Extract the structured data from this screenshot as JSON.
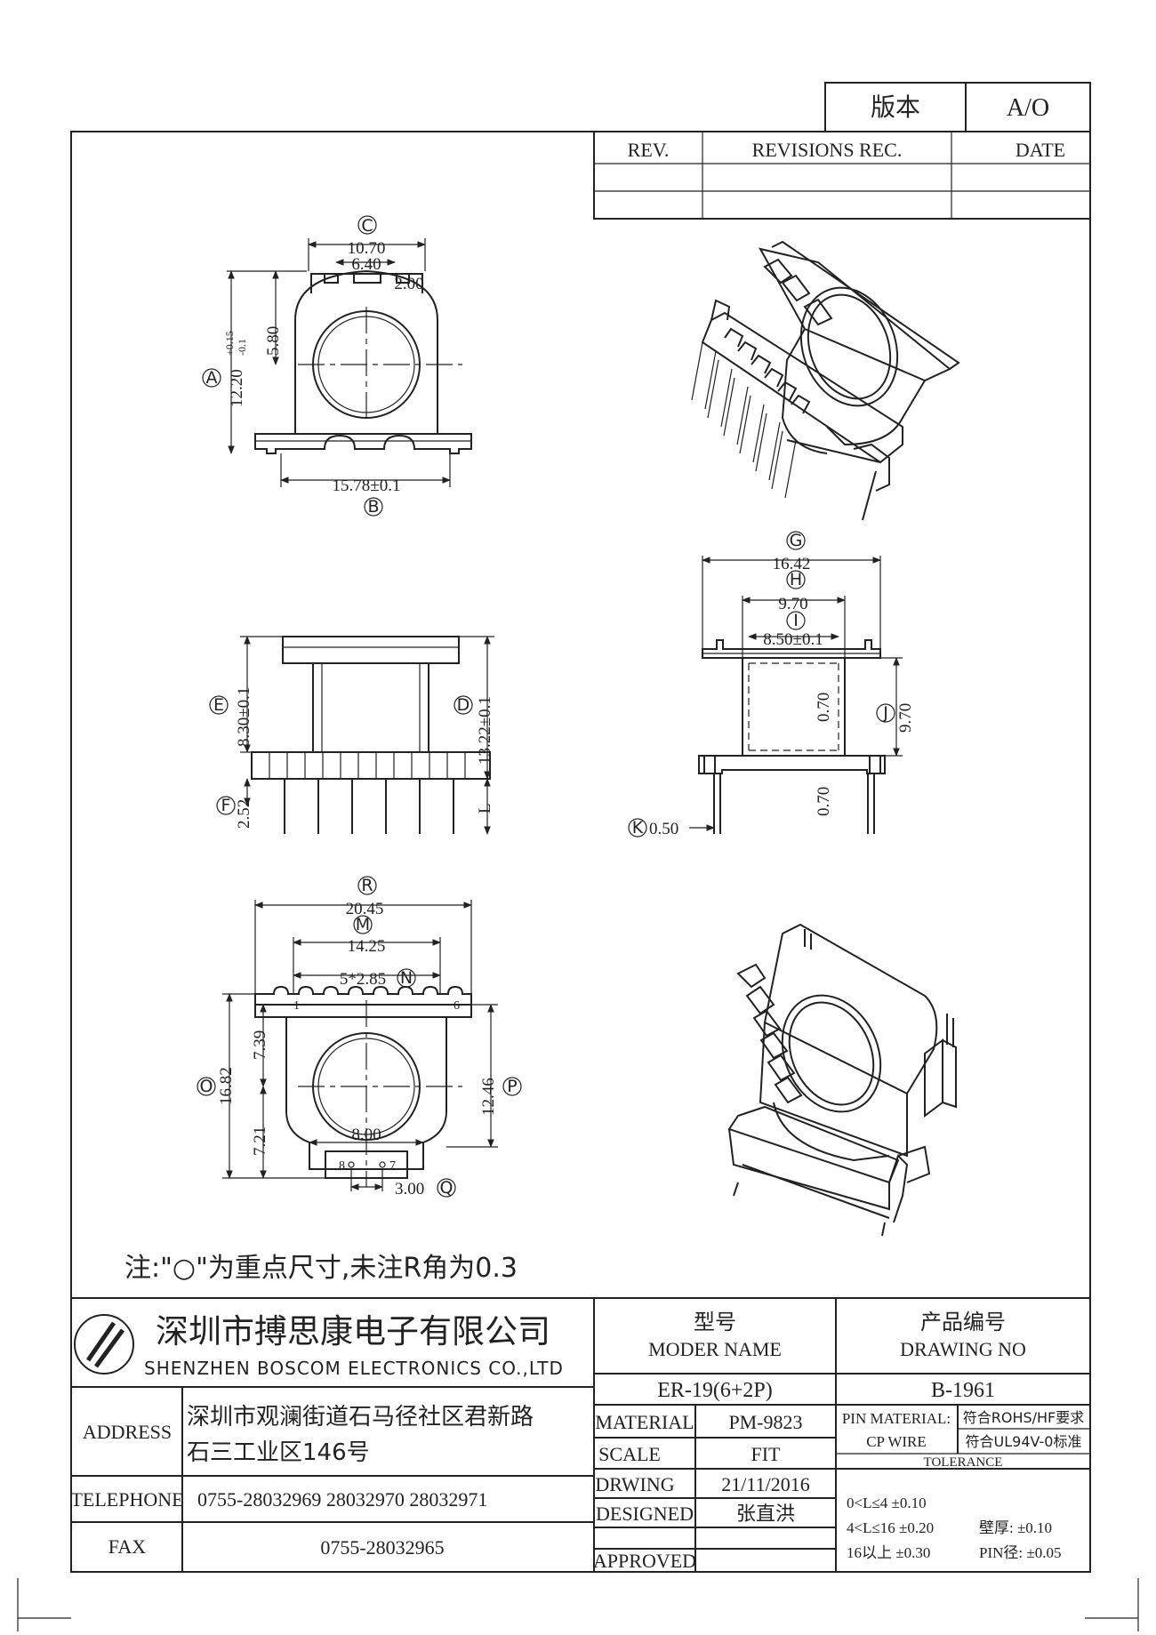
{
  "revision_block": {
    "version_label": "版本",
    "version_value": "A/O"
  },
  "revision_table": {
    "headers": [
      "REV.",
      "REVISIONS REC.",
      "DATE"
    ],
    "rows": [
      [
        "",
        "",
        ""
      ],
      [
        "",
        "",
        ""
      ]
    ]
  },
  "view_top": {
    "dims": {
      "c": "10.70",
      "c_inner": "6.40",
      "c_slot": "2.00",
      "a_height": "12.20",
      "a_tol_upper": "+0.15",
      "a_tol_lower": "-0.1",
      "a_upper": "5.80",
      "b_width": "15.78±0.1"
    },
    "markers": {
      "c": "C",
      "a": "A",
      "b": "B"
    }
  },
  "view_side": {
    "dims": {
      "e": "8.30±0.1",
      "d": "13.22±0.1",
      "f": "2.52",
      "l": "L"
    },
    "markers": {
      "e": "E",
      "d": "D",
      "f": "F"
    }
  },
  "view_front": {
    "dims": {
      "g": "16.42",
      "h": "9.70",
      "i": "8.50±0.1",
      "j": "9.70",
      "wall1": "0.70",
      "wall2": "0.70",
      "k": "0.50"
    },
    "markers": {
      "g": "G",
      "h": "H",
      "i": "I",
      "j": "J",
      "k": "K"
    }
  },
  "view_bottom": {
    "dims": {
      "r": "20.45",
      "m": "14.25",
      "n": "5*2.85",
      "o": "16.82",
      "o_upper": "7.39",
      "o_lower": "7.21",
      "p": "12.46",
      "q_inner": "8.00",
      "q": "3.00"
    },
    "pins": {
      "p1": "1",
      "p6": "6",
      "p7": "7",
      "p8": "8"
    },
    "markers": {
      "r": "R",
      "m": "M",
      "n": "N",
      "o": "O",
      "p": "P",
      "q": "Q"
    }
  },
  "note": "注:\"○\"为重点尺寸,未注R角为0.3",
  "company": {
    "name_cn": "深圳市搏思康电子有限公司",
    "name_en": "SHENZHEN  BOSCOM  ELECTRONICS  CO.,LTD"
  },
  "address": {
    "label": "ADDRESS",
    "line1": "深圳市观澜街道石马径社区君新路",
    "line2": "石三工业区146号"
  },
  "telephone": {
    "label": "TELEPHONE",
    "value": "0755-28032969  28032970  28032971"
  },
  "fax": {
    "label": "FAX",
    "value": "0755-28032965"
  },
  "model": {
    "label_cn": "型号",
    "label_en": "MODER NAME",
    "value": "ER-19(6+2P)"
  },
  "drawing_no": {
    "label_cn": "产品编号",
    "label_en": "DRAWING NO",
    "value": "B-1961"
  },
  "fields": {
    "material_label": "MATERIAL",
    "material_value": "PM-9823",
    "scale_label": "SCALE",
    "scale_value": "FIT",
    "drwing_label": "DRWING",
    "drwing_value": "21/11/2016",
    "designed_label": "DESIGNED",
    "designed_value": "张直洪",
    "approved_label": "APPROVED",
    "approved_value": ""
  },
  "pin_material": {
    "label1": "PIN MATERIAL:",
    "label2": "CP WIRE",
    "req1": "符合ROHS/HF要求",
    "req2": "符合UL94V-0标准"
  },
  "tolerance": {
    "title": "TOLERANCE",
    "row1": "0<L≤4   ±0.10",
    "row2": "4<L≤16  ±0.20",
    "row3": "16以上     ±0.30",
    "wall": "壁厚:   ±0.10",
    "pin": "PIN径: ±0.05"
  }
}
